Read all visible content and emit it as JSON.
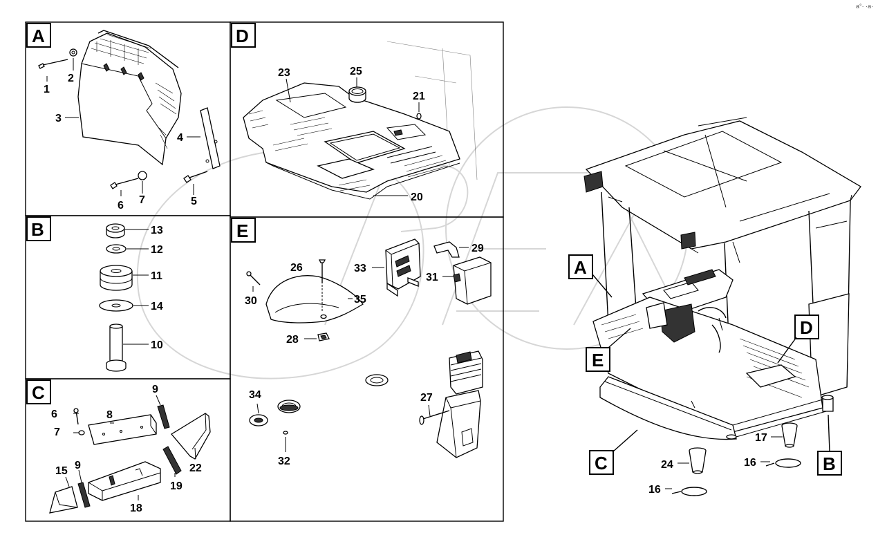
{
  "corner_note": "a°· ·a·",
  "sections": {
    "A": {
      "letter": "A",
      "parts": {
        "p1": "1",
        "p2": "2",
        "p3": "3",
        "p4": "4",
        "p5": "5",
        "p6": "6",
        "p7": "7"
      }
    },
    "B": {
      "letter": "B",
      "parts": {
        "p13": "13",
        "p12": "12",
        "p11": "11",
        "p14": "14",
        "p10": "10"
      }
    },
    "C": {
      "letter": "C",
      "parts": {
        "p6": "6",
        "p7": "7",
        "p8": "8",
        "p9a": "9",
        "p9b": "9",
        "p15": "15",
        "p18": "18",
        "p19": "19",
        "p22": "22"
      }
    },
    "D": {
      "letter": "D",
      "parts": {
        "p23": "23",
        "p25": "25",
        "p21": "21",
        "p20": "20"
      }
    },
    "E": {
      "letter": "E",
      "parts": {
        "p26": "26",
        "p33": "33",
        "p29": "29",
        "p31": "31",
        "p30": "30",
        "p35": "35",
        "p28": "28",
        "p34": "34",
        "p32": "32",
        "p27": "27"
      }
    }
  },
  "overview": {
    "callouts": {
      "A": "A",
      "B": "B",
      "C": "C",
      "D": "D",
      "E": "E"
    },
    "parts": {
      "p17": "17",
      "p16a": "16",
      "p24": "24",
      "p16b": "16"
    }
  }
}
